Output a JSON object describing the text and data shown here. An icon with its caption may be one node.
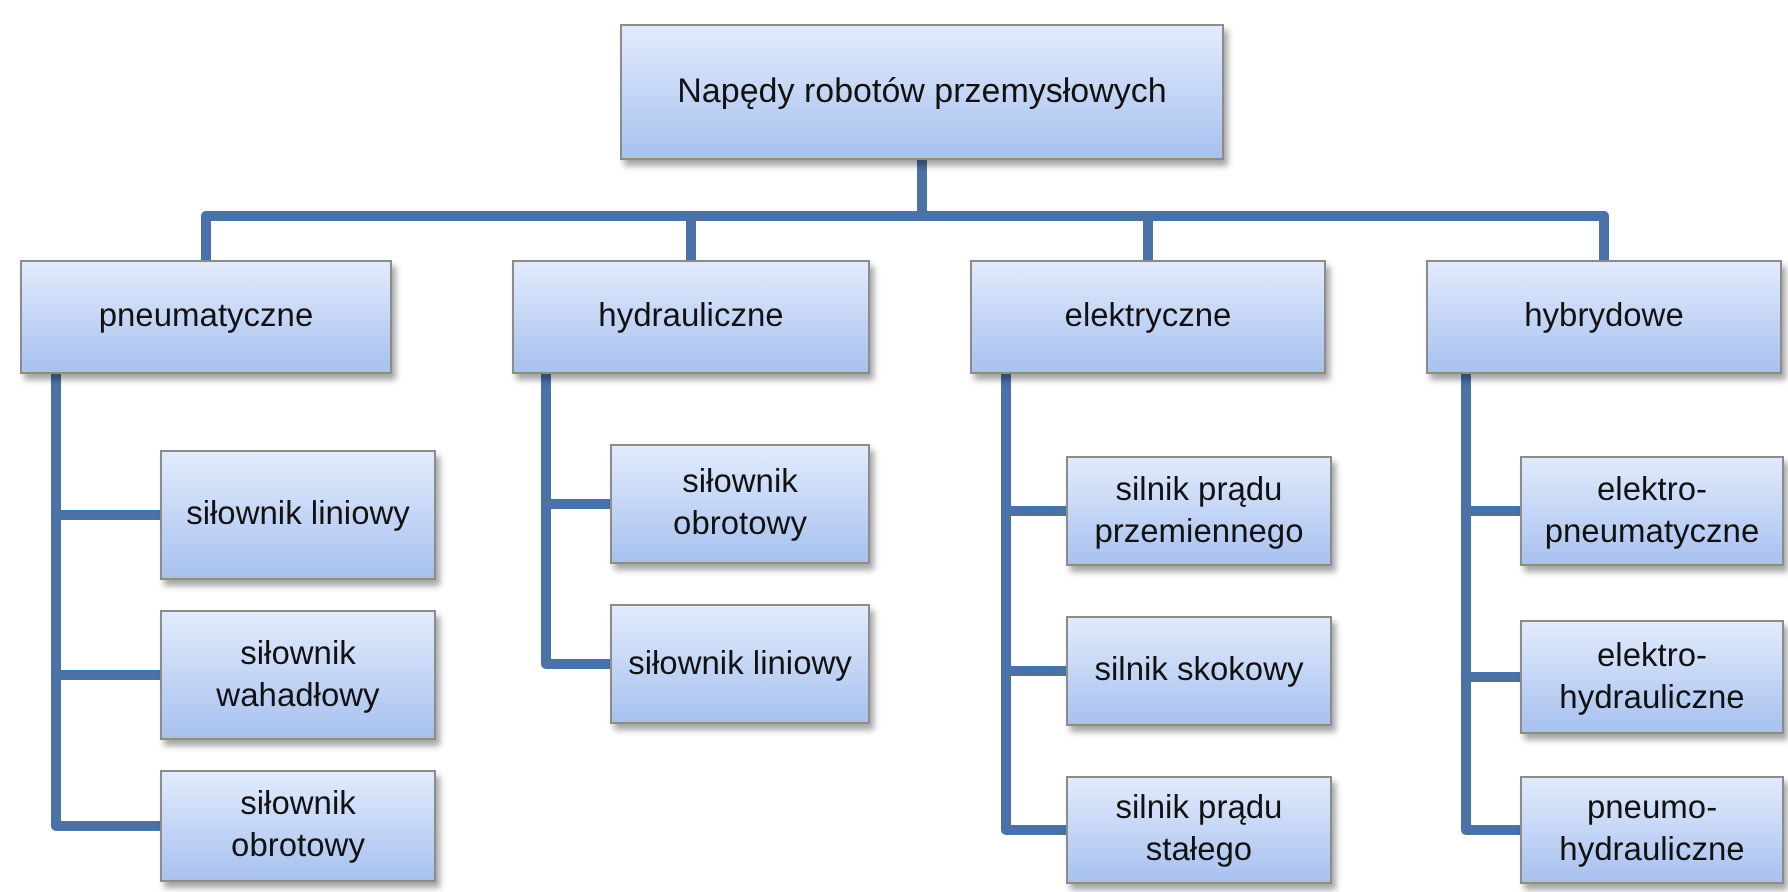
{
  "diagram": {
    "nodes": [
      {
        "text": [
          "Napędy robotów przemysłowych"
        ]
      },
      {
        "text": [
          "pneumatyczne"
        ]
      },
      {
        "text": [
          "siłownik liniowy"
        ]
      },
      {
        "text": [
          "siłownik wahadłowy"
        ]
      },
      {
        "text": [
          "siłownik obrotowy"
        ]
      },
      {
        "text": [
          "hydrauliczne"
        ]
      },
      {
        "text": [
          "siłownik obrotowy"
        ]
      },
      {
        "text": [
          "siłownik liniowy"
        ]
      },
      {
        "text": [
          "elektryczne"
        ]
      },
      {
        "text": [
          "silnik prądu przemiennego"
        ]
      },
      {
        "text": [
          "silnik skokowy"
        ]
      },
      {
        "text": [
          "silnik prądu stałego"
        ]
      },
      {
        "text": [
          "hybrydowe"
        ]
      },
      {
        "text": [
          "elektro- pneumatyczne"
        ]
      },
      {
        "text": [
          "elektro- hydrauliczne"
        ]
      },
      {
        "text": [
          "pneumo- hydrauliczne"
        ]
      }
    ],
    "edges": [
      {
        "from": 0,
        "to": 1,
        "arrow": "none"
      },
      {
        "from": 0,
        "to": 5,
        "arrow": "none"
      },
      {
        "from": 0,
        "to": 8,
        "arrow": "none"
      },
      {
        "from": 0,
        "to": 12,
        "arrow": "none"
      },
      {
        "from": 1,
        "to": 2,
        "arrow": "none"
      },
      {
        "from": 1,
        "to": 3,
        "arrow": "none"
      },
      {
        "from": 1,
        "to": 4,
        "arrow": "none"
      },
      {
        "from": 5,
        "to": 6,
        "arrow": "none"
      },
      {
        "from": 5,
        "to": 7,
        "arrow": "none"
      },
      {
        "from": 8,
        "to": 9,
        "arrow": "none"
      },
      {
        "from": 8,
        "to": 10,
        "arrow": "none"
      },
      {
        "from": 8,
        "to": 11,
        "arrow": "none"
      },
      {
        "from": 12,
        "to": 13,
        "arrow": "none"
      },
      {
        "from": 12,
        "to": 14,
        "arrow": "none"
      },
      {
        "from": 12,
        "to": 15,
        "arrow": "none"
      }
    ]
  }
}
